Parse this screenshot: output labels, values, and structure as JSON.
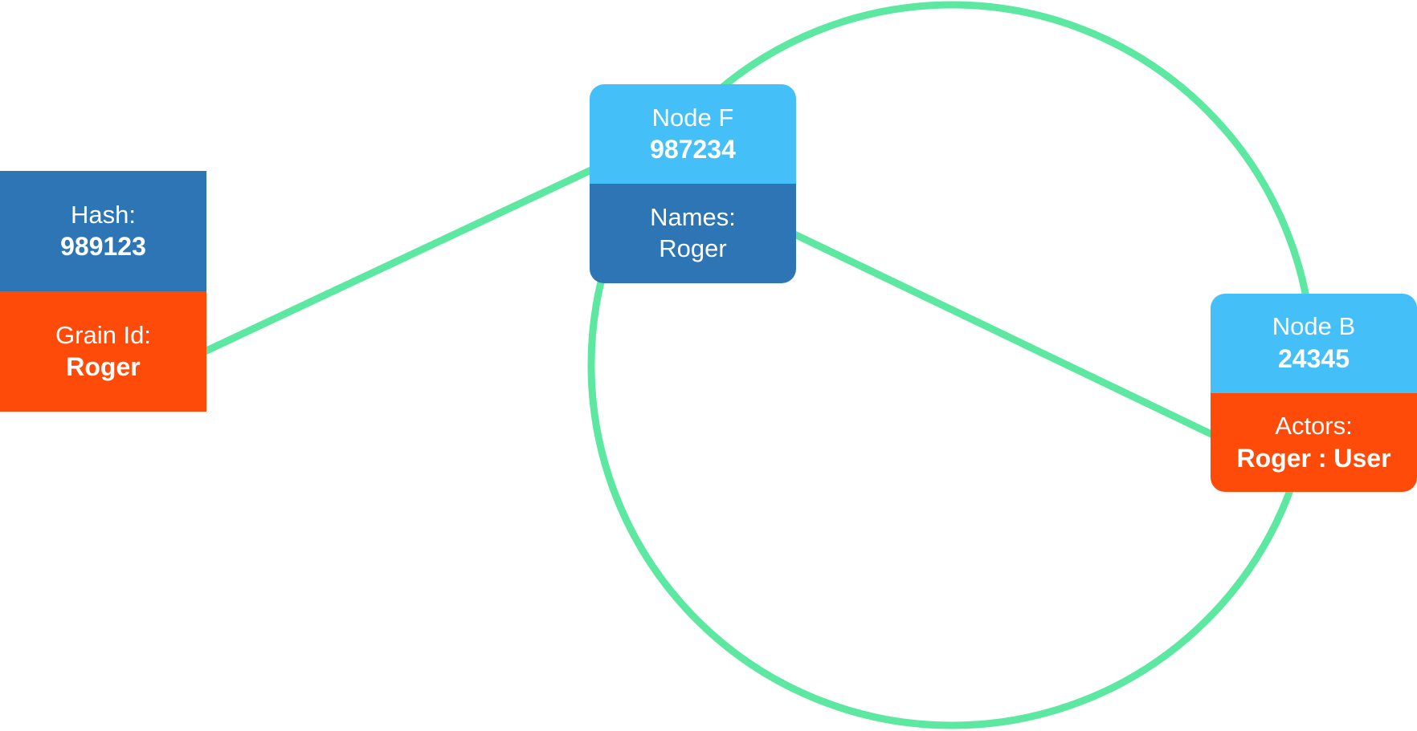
{
  "colors": {
    "ring": "#5ce8a0",
    "light_blue": "#44bff8",
    "dark_blue": "#2e75b6",
    "orange": "#ff4b0a",
    "text": "#ffffff"
  },
  "grain": {
    "hash_label": "Hash:",
    "hash_value": "989123",
    "grain_label": "Grain Id:",
    "grain_value": "Roger"
  },
  "node_f": {
    "title": "Node F",
    "id": "987234",
    "names_label": "Names:",
    "names_value": "Roger"
  },
  "node_b": {
    "title": "Node B",
    "id": "24345",
    "actors_label": "Actors:",
    "actors_value": "Roger : User"
  }
}
